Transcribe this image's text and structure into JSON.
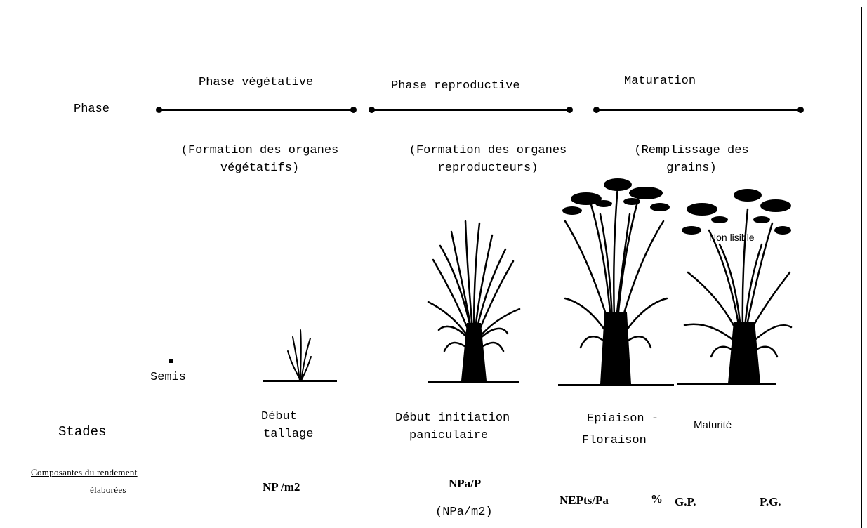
{
  "phase_row": {
    "label": "Phase",
    "phases": [
      {
        "title": "Phase végétative",
        "desc_line1": "(Formation des organes",
        "desc_line2": "végétatifs)"
      },
      {
        "title": "Phase reproductive",
        "desc_line1": "(Formation des organes",
        "desc_line2": "reproducteurs)"
      },
      {
        "title": "Maturation",
        "desc_line1": "(Remplissage des",
        "desc_line2": "grains)"
      }
    ]
  },
  "plants": {
    "semis": "Semis",
    "overlay_text": "Non lisible"
  },
  "stages": {
    "label": "Stades",
    "items": [
      {
        "line1": "Début",
        "line2": "tallage"
      },
      {
        "line1": "Début initiation",
        "line2": "paniculaire"
      },
      {
        "line1": "Epiaison -",
        "line2": "Floraison"
      },
      {
        "line1": "Maturité",
        "line2": ""
      }
    ]
  },
  "components": {
    "label_line1": "Composantes du rendement",
    "label_line2": "élaborées",
    "items": [
      "NP /m2",
      "NPa/P",
      "(NPa/m2)",
      "NEPts/Pa",
      "%",
      "G.P.",
      "P.G."
    ]
  },
  "colors": {
    "ink": "#000000",
    "background": "#ffffff"
  }
}
